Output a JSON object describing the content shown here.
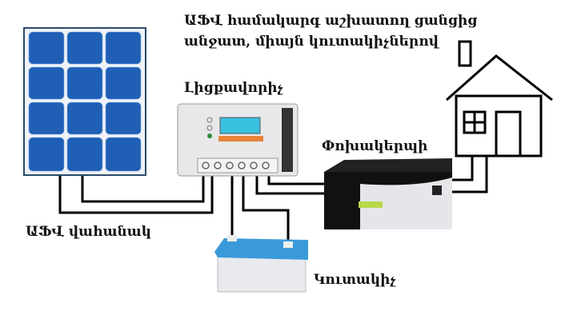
{
  "title": {
    "line1": "ԱՖՎ համակարգ աշխատող ցանցից",
    "line2": "անջատ, միայն կուտակիչներով"
  },
  "labels": {
    "controller": "Լիցքավորիչ",
    "inverter": "Փոխակերպի",
    "panel": "ԱՖՎ վահանակ",
    "battery": "Կուտակիչ"
  },
  "colors": {
    "panel": "#1f5fb5",
    "battery_top": "#3a9ad9",
    "screen": "#39c0e0",
    "wire": "#000000"
  }
}
